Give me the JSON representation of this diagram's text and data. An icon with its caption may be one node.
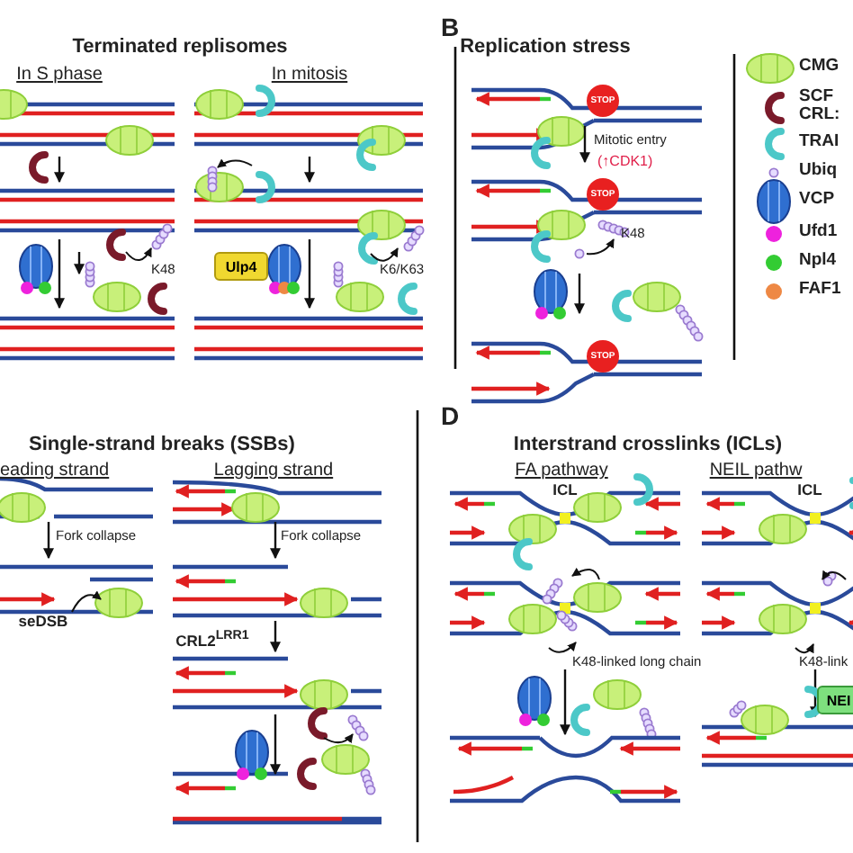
{
  "diagram": {
    "nodes": [
      {
        "text": [
          "STOP"
        ]
      },
      {
        "text": [
          "STOP"
        ]
      },
      {
        "text": [
          "Ulp4"
        ]
      },
      {
        "text": [
          "STOP"
        ]
      },
      {
        "text": [
          "NEI"
        ]
      }
    ],
    "labels": [
      "Terminated replisomes",
      "B",
      "Replication stress",
      "In S phase",
      "In mitosis",
      "Mitotic entry",
      "(↑CDK1)",
      "K48",
      "K48",
      "K6/K63",
      "Single-strand breaks (SSBs)",
      "D",
      "Interstrand crosslinks (ICLs)",
      "eading strand",
      "Lagging strand",
      "FA pathway",
      "NEIL pathw",
      "ICL",
      "ICL",
      "Fork collapse",
      "Fork collapse",
      "seDSB",
      "CRL2$^{LRR1}$",
      "K48-linked long chain",
      "K48-link"
    ],
    "legend": [
      {
        "text": "CMG"
      },
      {
        "text": "SCF CRL:"
      },
      {
        "text": "TRAI"
      },
      {
        "text": "Ubiq"
      },
      {
        "text": "VCP"
      },
      {
        "text": "Ufd1",
        "color": "#ee22dd"
      },
      {
        "text": "Npl4",
        "color": "#33cc33"
      },
      {
        "text": "FAF1",
        "color": "#ee8844"
      }
    ]
  }
}
